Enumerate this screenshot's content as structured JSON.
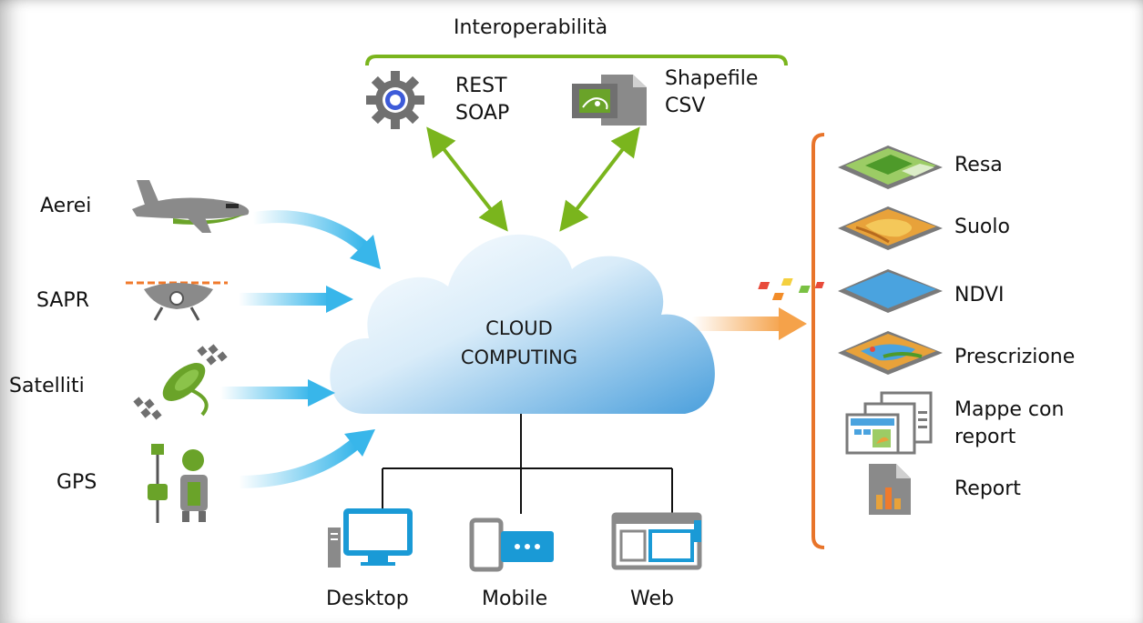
{
  "interoperability": {
    "title": "Interoperabilità",
    "services": [
      "REST",
      "SOAP"
    ],
    "formats": [
      "Shapefile",
      "CSV"
    ]
  },
  "sources": [
    "Aerei",
    "SAPR",
    "Satelliti",
    "GPS"
  ],
  "cloud": {
    "line1": "CLOUD",
    "line2": "COMPUTING"
  },
  "clients": [
    "Desktop",
    "Mobile",
    "Web"
  ],
  "outputs": [
    "Resa",
    "Suolo",
    "NDVI",
    "Prescrizione",
    "Mappe con",
    "report",
    "Report"
  ],
  "colors": {
    "green_accent": "#7ab51d",
    "cyan_arrow": "#38b6ea",
    "orange_arrow": "#f5a24a",
    "orange_bracket": "#e8742a",
    "cloud_blue": "#5aa9df",
    "device_blue": "#1a9ad6"
  }
}
